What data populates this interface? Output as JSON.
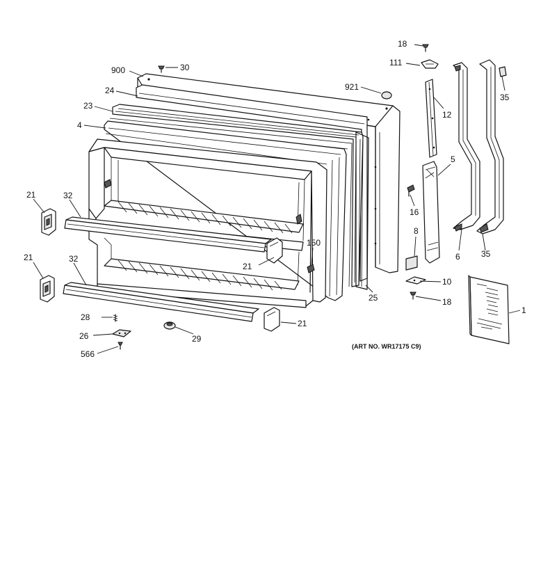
{
  "diagram": {
    "art_number": "(ART NO. WR17175 C9)",
    "parts": [
      {
        "id": "p900",
        "label": "900",
        "name": "door-outer-panel"
      },
      {
        "id": "p30",
        "label": "30",
        "name": "screw-30"
      },
      {
        "id": "p24",
        "label": "24",
        "name": "door-insulation"
      },
      {
        "id": "p23",
        "label": "23",
        "name": "door-gasket"
      },
      {
        "id": "p4",
        "label": "4",
        "name": "door-liner"
      },
      {
        "id": "p921",
        "label": "921",
        "name": "plug-button"
      },
      {
        "id": "p18a",
        "label": "18",
        "name": "screw-18-top"
      },
      {
        "id": "p111",
        "label": "111",
        "name": "hinge-bracket"
      },
      {
        "id": "p12",
        "label": "12",
        "name": "door-stop-bar"
      },
      {
        "id": "p35a",
        "label": "35",
        "name": "handle-cap-top"
      },
      {
        "id": "p5",
        "label": "5",
        "name": "handle-support"
      },
      {
        "id": "p16",
        "label": "16",
        "name": "screw-16"
      },
      {
        "id": "p6",
        "label": "6",
        "name": "door-handle"
      },
      {
        "id": "p35b",
        "label": "35",
        "name": "handle-trim"
      },
      {
        "id": "p8a",
        "label": "8",
        "name": "stop-8-right"
      },
      {
        "id": "p10",
        "label": "10",
        "name": "bracket-10"
      },
      {
        "id": "p18b",
        "label": "18",
        "name": "screw-18-bottom"
      },
      {
        "id": "p1",
        "label": "1",
        "name": "instruction-manual"
      },
      {
        "id": "p21a",
        "label": "21",
        "name": "shelf-end-cap-upper-left"
      },
      {
        "id": "p32a",
        "label": "32",
        "name": "door-shelf-bar-upper"
      },
      {
        "id": "p150",
        "label": "150",
        "name": "fastener-150"
      },
      {
        "id": "p21b",
        "label": "21",
        "name": "shelf-end-cap-upper-right"
      },
      {
        "id": "p21c",
        "label": "21",
        "name": "shelf-end-cap-lower-left"
      },
      {
        "id": "p32b",
        "label": "32",
        "name": "door-shelf-bar-lower"
      },
      {
        "id": "p25",
        "label": "25",
        "name": "door-frame-25"
      },
      {
        "id": "p21d",
        "label": "21",
        "name": "shelf-end-cap-lower-right"
      },
      {
        "id": "p28",
        "label": "28",
        "name": "spring-28"
      },
      {
        "id": "p26",
        "label": "26",
        "name": "hinge-plate-26"
      },
      {
        "id": "p29",
        "label": "29",
        "name": "bushing-29"
      },
      {
        "id": "p566",
        "label": "566",
        "name": "screw-566"
      }
    ]
  }
}
